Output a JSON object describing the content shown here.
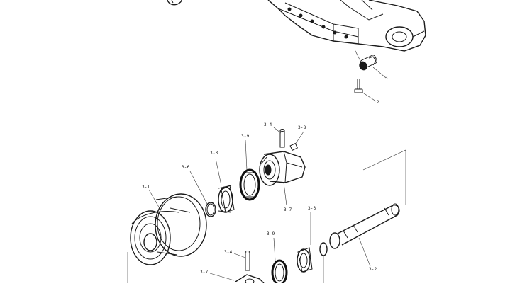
{
  "labels": {
    "p3": "3",
    "p2": "2",
    "p3_4_top": "3-4",
    "p3_8": "3-8",
    "p3_9_top": "3-9",
    "p3_3_top": "3-3",
    "p3_6": "3-6",
    "p3_1": "3-1",
    "p3_7_top": "3-7",
    "p3_3_low": "3-3",
    "p3_9_low": "3-9",
    "p3_4_low": "3-4",
    "p3_7_low": "3-7",
    "p3_2": "3-2"
  }
}
